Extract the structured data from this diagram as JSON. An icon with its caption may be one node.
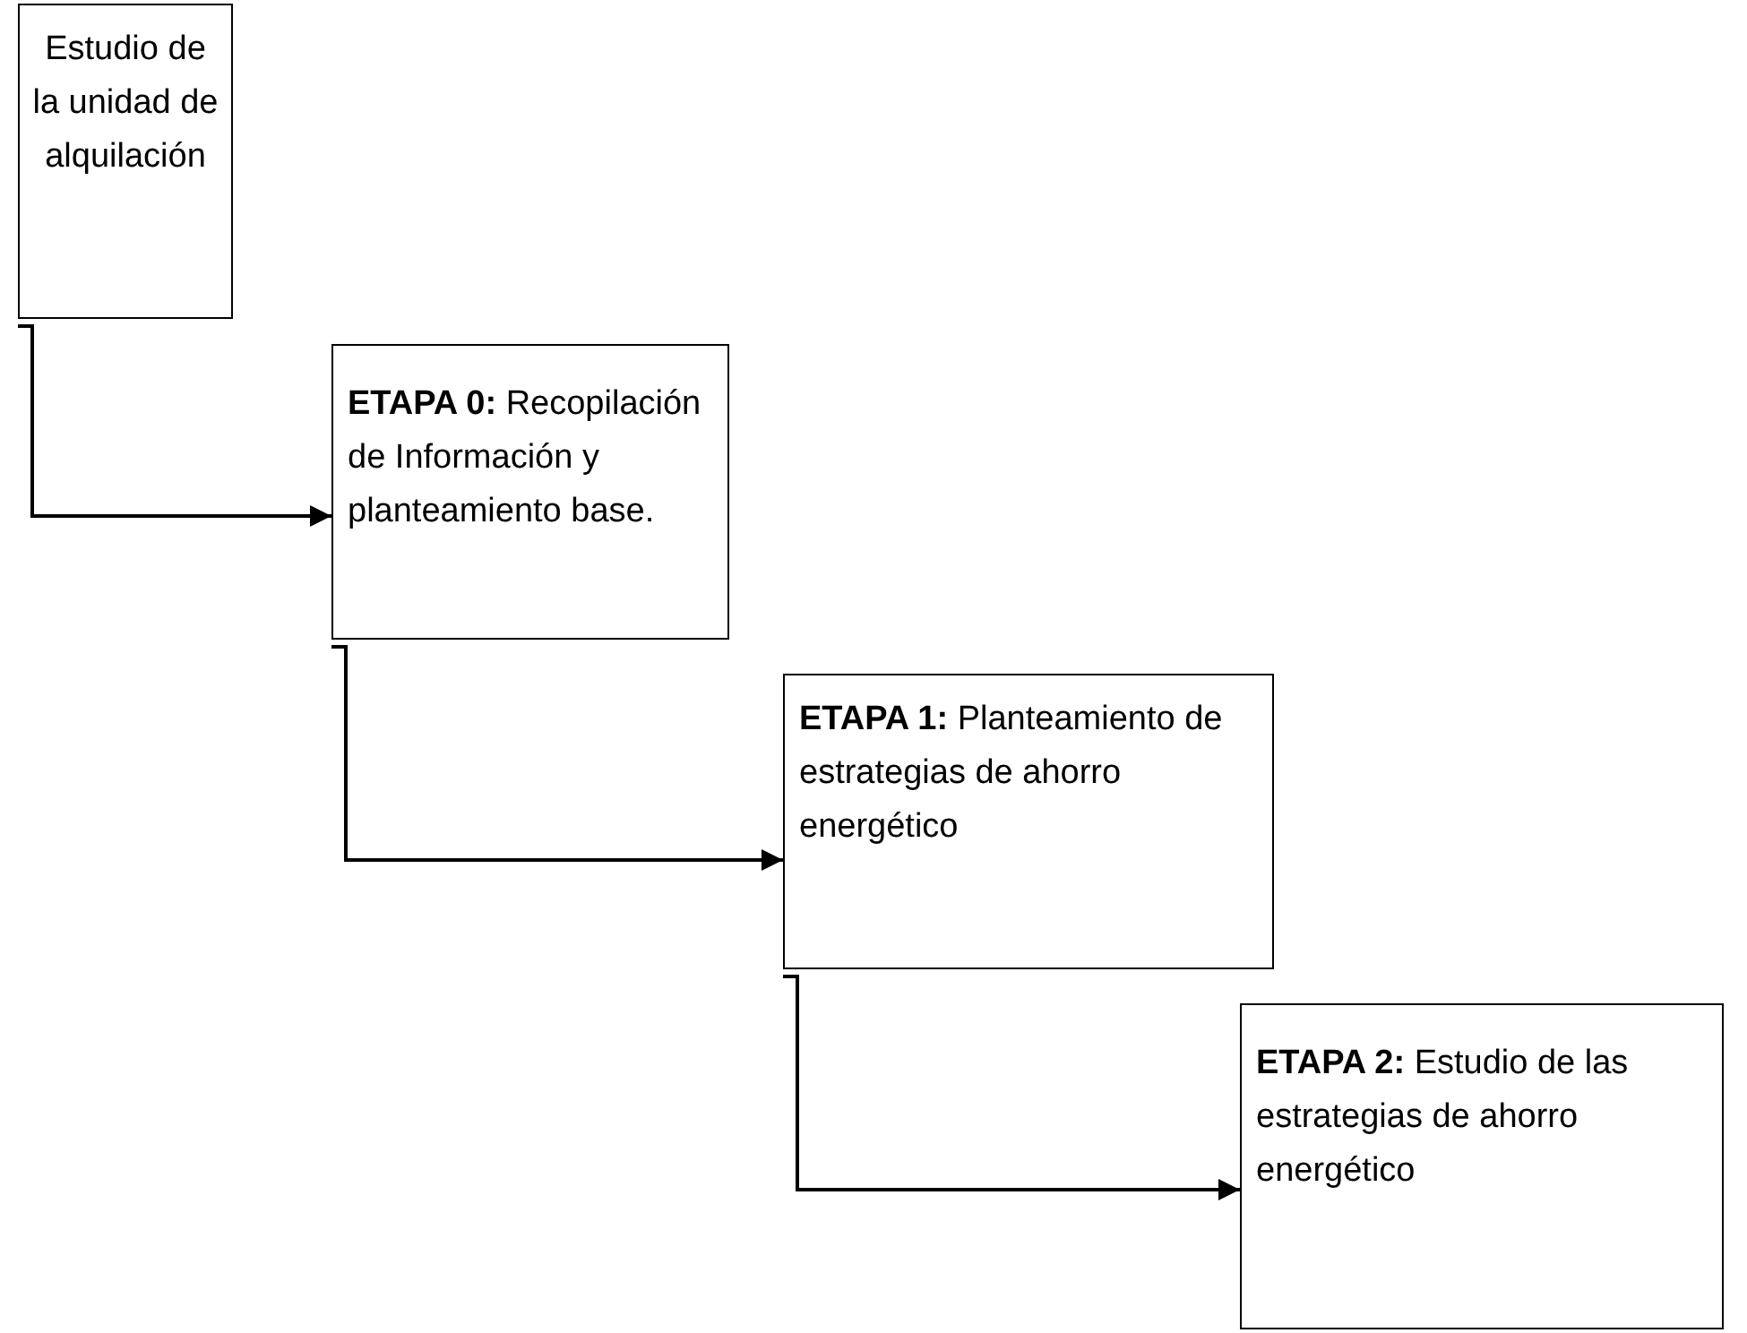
{
  "diagram": {
    "nodes": [
      {
        "text": [
          "Estudio de la unidad de alquilación"
        ]
      },
      {
        "text": [
          "**ETAPA 0:** Recopilación de Información y planteamiento base."
        ]
      },
      {
        "text": [
          "**ETAPA 1:** Planteamiento de estrategias de ahorro energético"
        ]
      },
      {
        "text": [
          "**ETAPA 2:** Estudio de las estrategias de ahorro energético"
        ]
      }
    ],
    "edges": [
      {
        "from": 0,
        "to": 1,
        "arrow": "to"
      },
      {
        "from": 1,
        "to": 2,
        "arrow": "to"
      },
      {
        "from": 2,
        "to": 3,
        "arrow": "to"
      }
    ]
  }
}
